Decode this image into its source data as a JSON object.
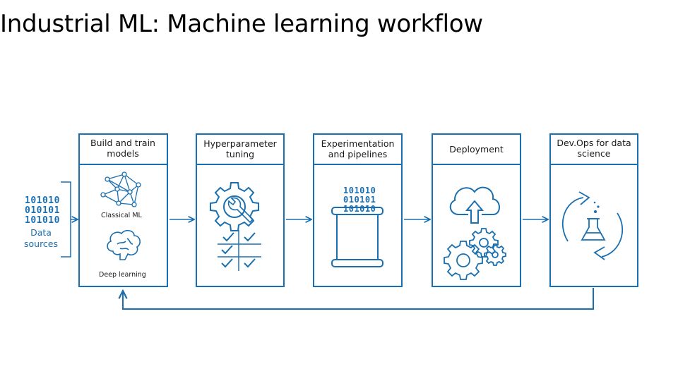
{
  "title": "Industrial ML: Machine learning workflow",
  "data_sources": {
    "binary": [
      "101010",
      "010101",
      "101010"
    ],
    "label_line1": "Data",
    "label_line2": "sources"
  },
  "stages": [
    {
      "label": "Build and train models",
      "sub_items": [
        "Classical ML",
        "Deep learning"
      ]
    },
    {
      "label": "Hyperparameter tuning"
    },
    {
      "label": "Experimentation and pipelines",
      "binary": [
        "101010",
        "010101",
        "101010"
      ]
    },
    {
      "label": "Deployment"
    },
    {
      "label": "Dev.Ops for data science"
    }
  ],
  "icons": [
    "network-icon",
    "brain-icon",
    "gear-wrench-icon",
    "checkmark-grid-icon",
    "cylinder-icon",
    "cloud-upload-icon",
    "gears-icon",
    "flask-cycle-icon"
  ],
  "colors": {
    "accent": "#1a6fb0",
    "text": "#1a1a1a"
  }
}
